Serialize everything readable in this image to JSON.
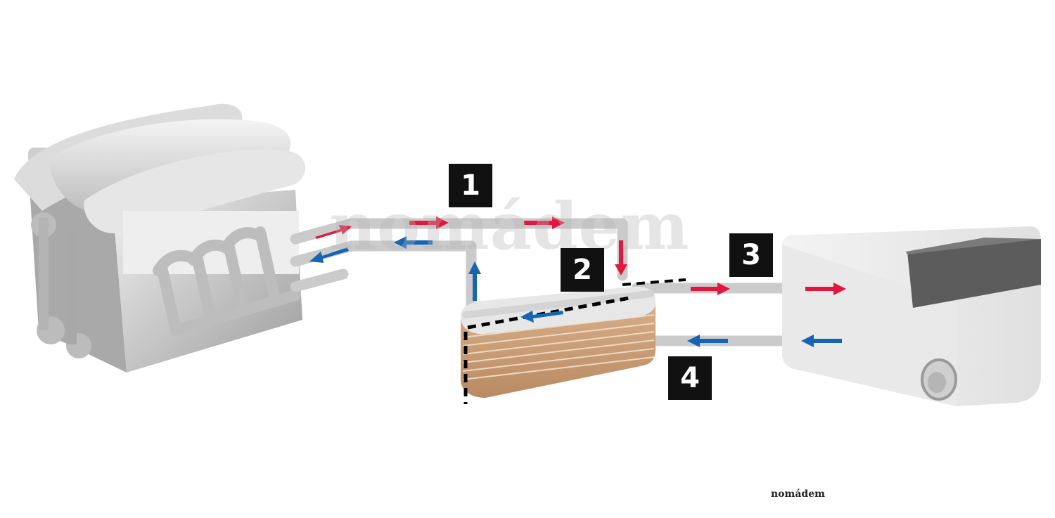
{
  "labels": {
    "step_1": "1",
    "step_2": "2",
    "step_3": "3",
    "step_4": "4"
  },
  "brand": {
    "watermark": "nomádem",
    "footer": "nomádem"
  },
  "icons": {
    "engine": "engine-block-illustration",
    "heat_exchanger": "plate-heat-exchanger-illustration",
    "boiler": "water-heater-tank-illustration"
  },
  "colors": {
    "hot_flow": "#e3173e",
    "cold_flow": "#1565b3",
    "pipe": "#c9c9c9",
    "exchanger": "#c89b74",
    "tank_lid": "#676767"
  }
}
